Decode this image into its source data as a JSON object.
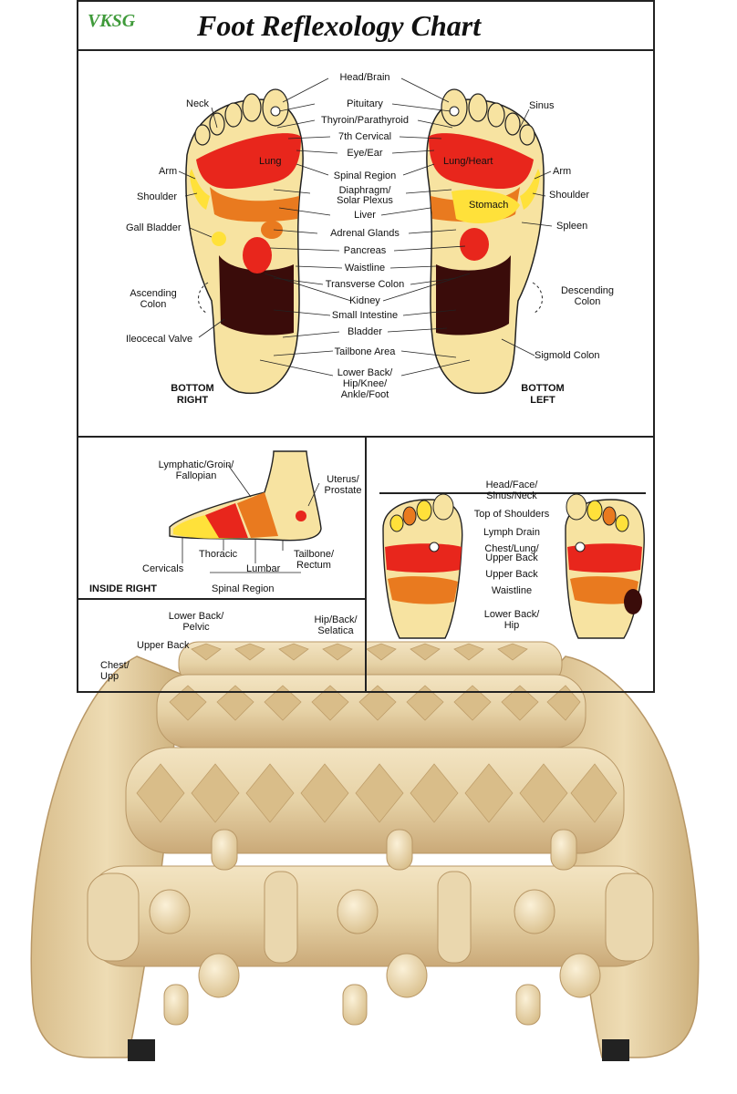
{
  "chart": {
    "brand": "VKSG",
    "title": "Foot Reflexology Chart",
    "bottom_labels": {
      "center": [
        "Head/Brain",
        "Pituitary",
        "Thyroin/Parathyroid",
        "7th Cervical",
        "Eye/Ear",
        "Spinal Region",
        "Diaphragm/",
        "Solar Plexus",
        "Liver",
        "Adrenal Glands",
        "Pancreas",
        "Waistline",
        "Transverse Colon",
        "Kidney",
        "Small Intestine",
        "Bladder",
        "Tailbone Area",
        "Lower Back/",
        "Hip/Knee/",
        "Ankle/Foot"
      ],
      "left_side": [
        "Neck",
        "Arm",
        "Shoulder",
        "Gall Bladder",
        "Ascending",
        "Colon",
        "Ileocecal Valve",
        "BOTTOM",
        "RIGHT"
      ],
      "right_side": [
        "Sinus",
        "Arm",
        "Shoulder",
        "Spleen",
        "Descending",
        "Colon",
        "Sigmold Colon",
        "BOTTOM",
        "LEFT"
      ],
      "on_foot": [
        "Lung",
        "Lung/Heart",
        "Stomach"
      ]
    },
    "inside_right": {
      "labels": [
        "Lymphatic/Groin/",
        "Fallopian",
        "Uterus/",
        "Prostate",
        "Cervicals",
        "Thoracic",
        "Lumbar",
        "Tailbone/",
        "Rectum",
        "Spinal Region"
      ],
      "caption": "INSIDE RIGHT"
    },
    "top_view": {
      "labels": [
        "Head/Face/",
        "Sinus/Neck",
        "Top of Shoulders",
        "Lymph Drain",
        "Chest/Lung/",
        "Upper Back",
        "Upper Back",
        "Waistline",
        "Lower Back/",
        "Hip"
      ]
    },
    "outside_view": {
      "labels": [
        "Lower Back/",
        "Pelvic",
        "Hip/Back/",
        "Selatica",
        "Upper Back",
        "Chest/",
        "Upp"
      ]
    }
  },
  "colors": {
    "brand": "#3f9a3a",
    "foot_skin": "#f7e3a1",
    "zone_yellow": "#ffe13a",
    "zone_red": "#e8261c",
    "zone_orange": "#e97a1f",
    "zone_dark": "#3a0c0a",
    "wood": "#e4cfa3"
  }
}
